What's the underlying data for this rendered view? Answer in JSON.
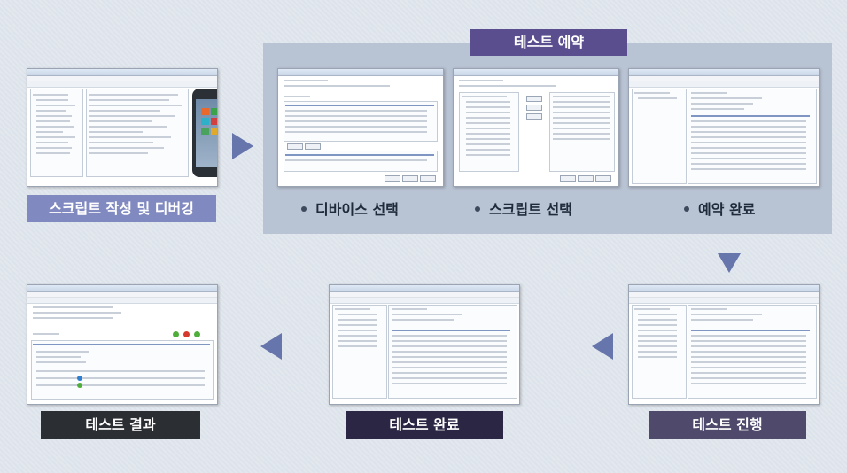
{
  "steps": {
    "write_debug": "스크립트 작성 및 디버깅",
    "reserve": "테스트 예약",
    "select_device": "디바이스 선택",
    "select_script": "스크립트 선택",
    "reserve_done": "예약 완료",
    "progress": "테스트 진행",
    "complete": "테스트 완료",
    "result": "테스트 결과"
  },
  "colors": {
    "reserve_tag": "#5a4e8e",
    "write_tag": "#8089c0",
    "result_tag": "#2b2e33",
    "complete_tag": "#2c2645",
    "progress_tag": "#4f4a6b",
    "arrow": "#6675ab",
    "band": "#b8c3d3"
  },
  "icons": {
    "flow_arrow": "triangle-arrow-icon"
  }
}
